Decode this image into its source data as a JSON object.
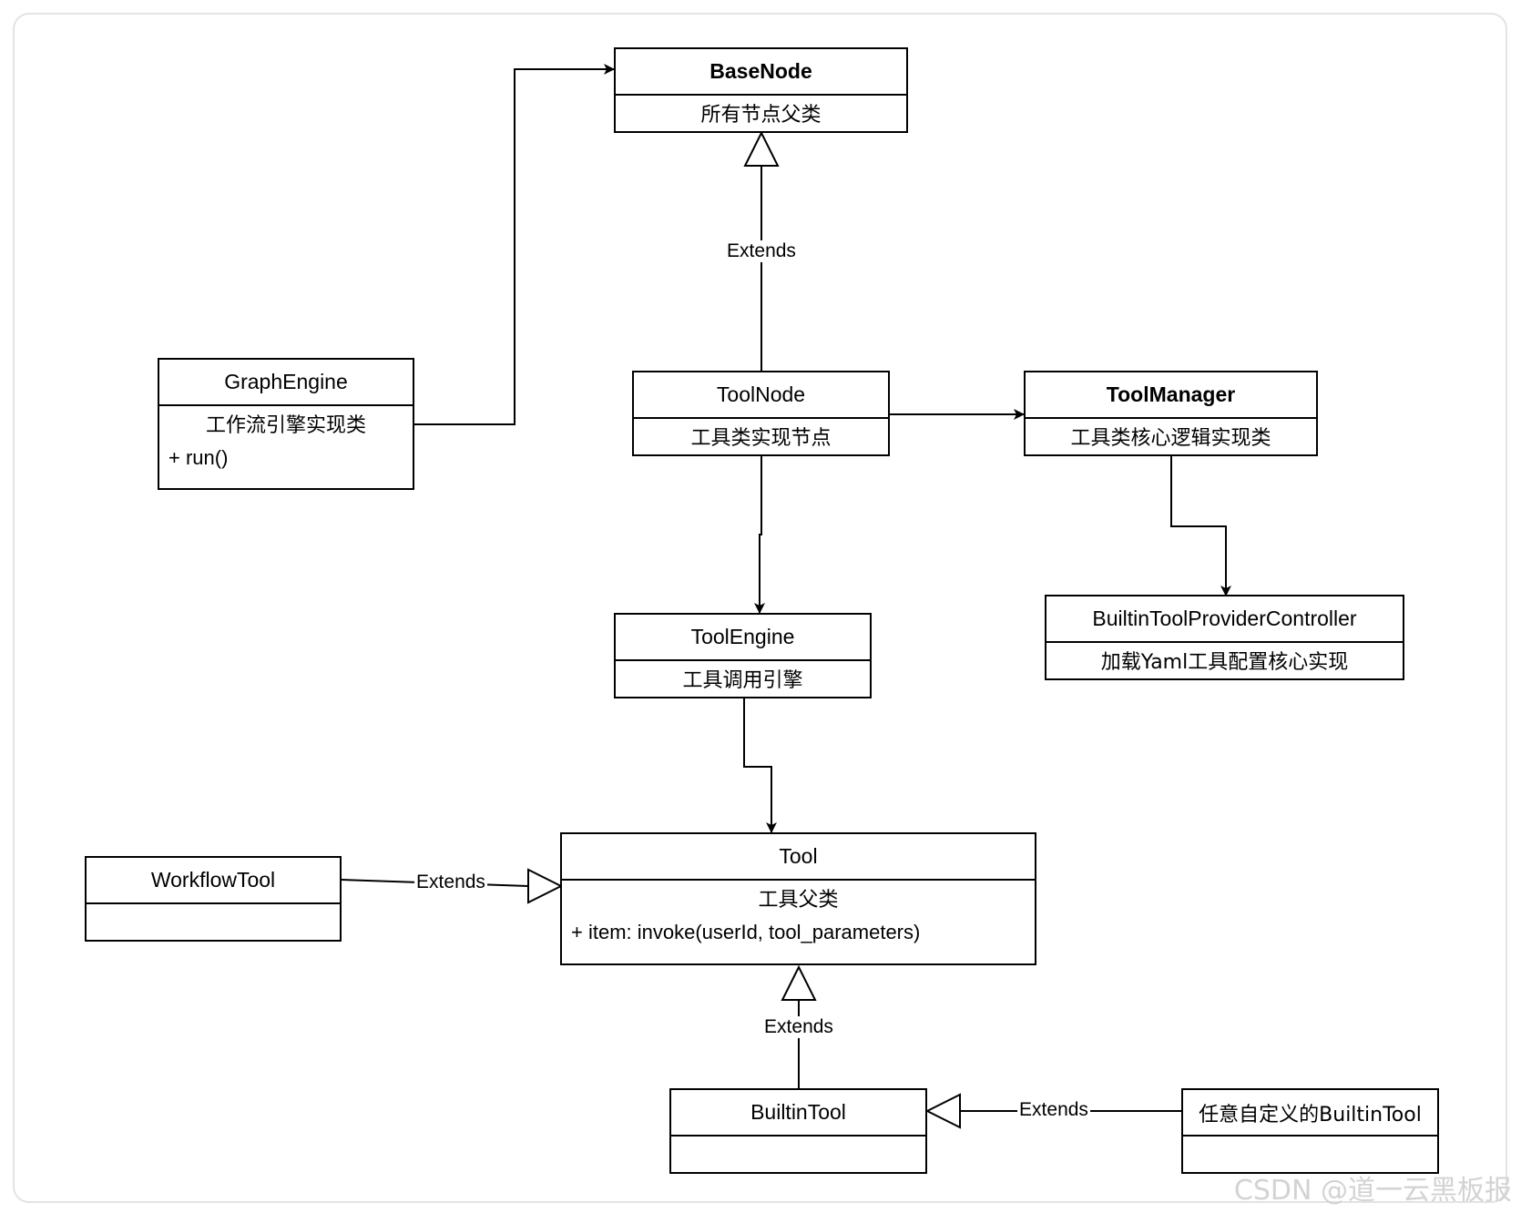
{
  "nodes": {
    "base_node": {
      "title": "BaseNode",
      "subtitle": "所有节点父类"
    },
    "graph_engine": {
      "title": "GraphEngine",
      "subtitle": "工作流引擎实现类",
      "method": "+ run()"
    },
    "tool_node": {
      "title": "ToolNode",
      "subtitle": "工具类实现节点"
    },
    "tool_manager": {
      "title": "ToolManager",
      "subtitle": "工具类核心逻辑实现类"
    },
    "builtin_provider": {
      "title": "BuiltinToolProviderController",
      "subtitle": "加载Yaml工具配置核心实现"
    },
    "tool_engine": {
      "title": "ToolEngine",
      "subtitle": "工具调用引擎"
    },
    "tool": {
      "title": "Tool",
      "subtitle": "工具父类",
      "method": "+ item: invoke(userId, tool_parameters)"
    },
    "workflow_tool": {
      "title": "WorkflowTool"
    },
    "builtin_tool": {
      "title": "BuiltinTool"
    },
    "custom_builtin_tool": {
      "title": "任意自定义的BuiltinTool"
    }
  },
  "edge_labels": {
    "toolnode_extends_basenode": "Extends",
    "workflowtool_extends_tool": "Extends",
    "builtintool_extends_tool": "Extends",
    "custom_extends_builtintool": "Extends"
  },
  "watermark": "CSDN @道一云黑板报"
}
